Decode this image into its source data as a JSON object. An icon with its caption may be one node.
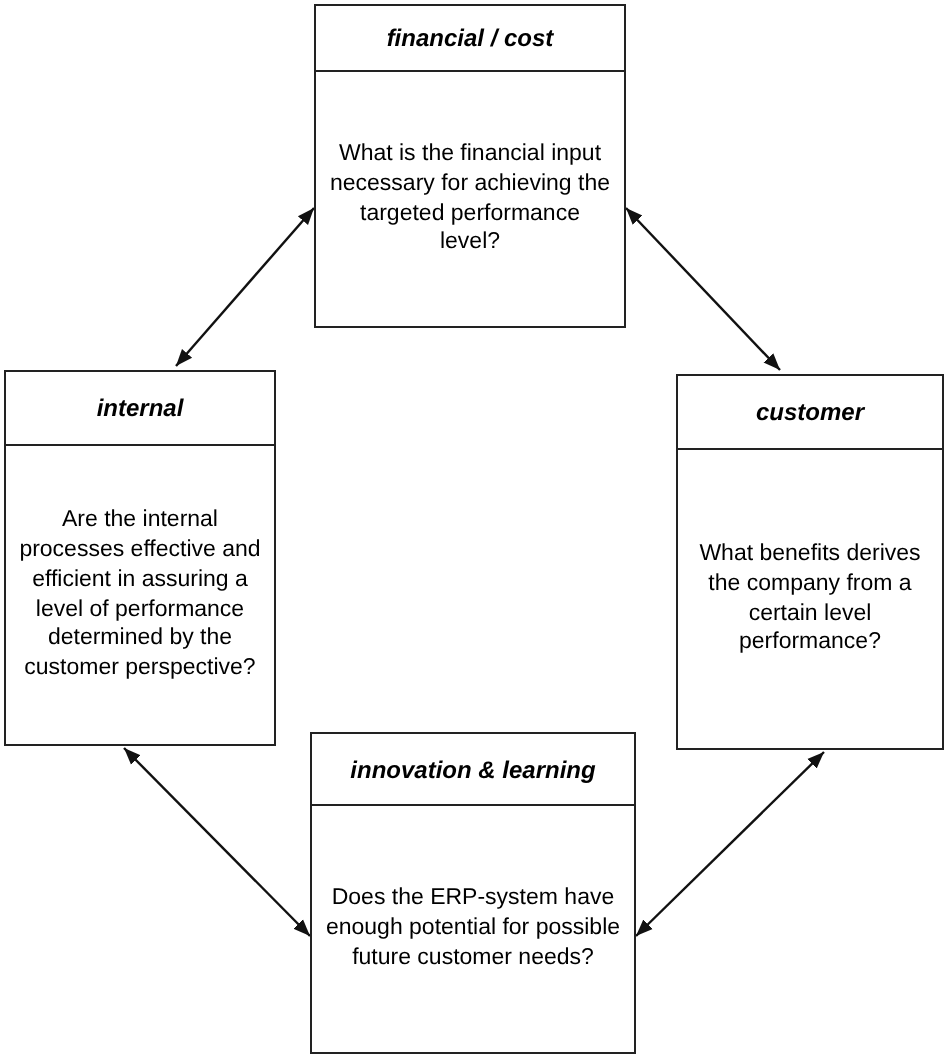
{
  "diagram": {
    "nodes": [
      {
        "text": [
          "financial / cost",
          "What is the financial input necessary for achieving the targeted performance level?"
        ]
      },
      {
        "text": [
          "internal",
          "Are the internal processes effective and efficient in assuring a level of performance determined by the customer perspective?"
        ]
      },
      {
        "text": [
          "customer",
          "What benefits derives the company from a certain level performance?"
        ]
      },
      {
        "text": [
          "innovation & learning",
          "Does the ERP-system have enough potential for possible future customer needs?"
        ]
      }
    ],
    "edges": [
      {
        "from": 0,
        "to": 1,
        "arrow": "both"
      },
      {
        "from": 0,
        "to": 2,
        "arrow": "both"
      },
      {
        "from": 1,
        "to": 3,
        "arrow": "both"
      },
      {
        "from": 2,
        "to": 3,
        "arrow": "both"
      }
    ]
  }
}
